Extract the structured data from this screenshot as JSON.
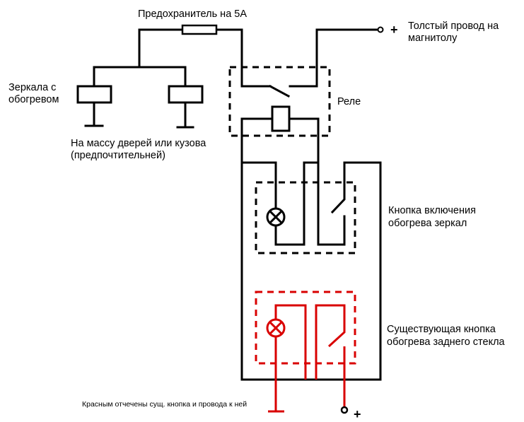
{
  "labels": {
    "fuse": "Предохранитель на 5А",
    "thick_wire_line1": "Толстый провод на",
    "thick_wire_line2": "магнитолу",
    "plus_top": "+",
    "mirrors_line1": "Зеркала с",
    "mirrors_line2": "обогревом",
    "relay": "Реле",
    "ground_line1": "На массу дверей или кузова",
    "ground_line2": "(предпочтительней)",
    "mirror_button_line1": "Кнопка включения",
    "mirror_button_line2": "обогрева зеркал",
    "existing_button_line1": "Существующая кнопка",
    "existing_button_line2": "обогрева заднего стекла",
    "footnote": "Красным отчечены сущ. кнопка и провода к ней",
    "plus_bottom": "+"
  },
  "colors": {
    "wire": "#000000",
    "existing_wiring": "#d90000",
    "background": "#ffffff"
  },
  "components": [
    "fuse",
    "mirror-heater-left",
    "mirror-heater-right",
    "relay-switch",
    "relay-coil",
    "mirror-button-lamp",
    "mirror-button-switch",
    "existing-button-lamp",
    "existing-button-switch"
  ]
}
